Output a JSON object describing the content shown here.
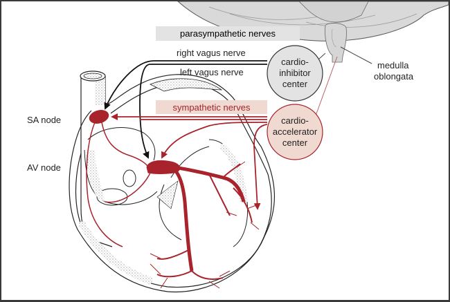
{
  "diagram": {
    "title": "Autonomic innervation of the heart",
    "colors": {
      "sympathetic": "#a8232b",
      "sympathetic_fill": "#f0d9d0",
      "parasympathetic_fill": "#e3e3e3",
      "outline": "#222222",
      "brainstem": "#d9d9d9"
    },
    "labels": {
      "parasympathetic": "parasympathetic nerves",
      "right_vagus": "right vagus nerve",
      "left_vagus": "left vagus nerve",
      "sympathetic": "sympathetic nerves",
      "sa_node": "SA node",
      "av_node": "AV node",
      "medulla_line1": "medulla",
      "medulla_line2": "oblongata"
    },
    "centers": {
      "inhibitor": [
        "cardio-",
        "inhibitor",
        "center"
      ],
      "accelerator": [
        "cardio-",
        "accelerator",
        "center"
      ]
    }
  }
}
